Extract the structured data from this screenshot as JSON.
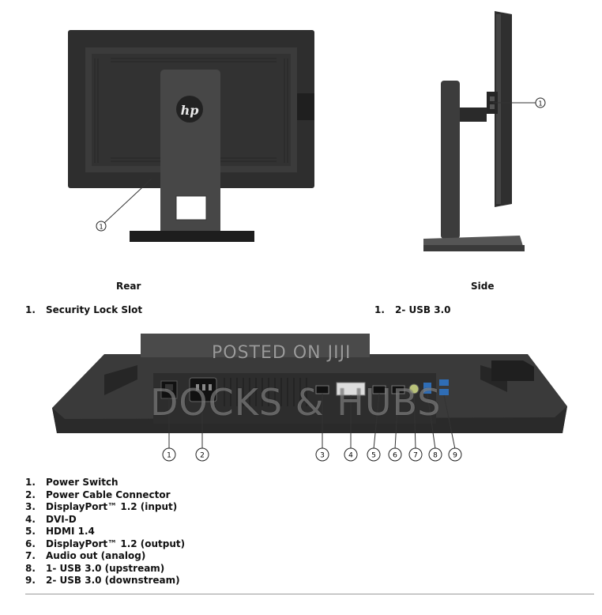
{
  "brand_logo": "hp",
  "rear": {
    "caption": "Rear",
    "callout": "1",
    "item_num": "1.",
    "item_text": "Security Lock Slot"
  },
  "side": {
    "caption": "Side",
    "callout": "1",
    "item_num": "1.",
    "item_text": "2- USB 3.0"
  },
  "bottom": {
    "callouts": [
      "1",
      "2",
      "3",
      "4",
      "5",
      "6",
      "7",
      "8",
      "9"
    ],
    "items": [
      {
        "num": "1.",
        "text": "Power Switch"
      },
      {
        "num": "2.",
        "text": "Power Cable Connector"
      },
      {
        "num": "3.",
        "text": "DisplayPort™ 1.2 (input)"
      },
      {
        "num": "4.",
        "text": "DVI-D"
      },
      {
        "num": "5.",
        "text": "HDMI 1.4"
      },
      {
        "num": "6.",
        "text": "DisplayPort™ 1.2 (output)"
      },
      {
        "num": "7.",
        "text": "Audio out (analog)"
      },
      {
        "num": "8.",
        "text": "1- USB 3.0 (upstream)"
      },
      {
        "num": "9.",
        "text": "2- USB 3.0 (downstream)"
      }
    ]
  },
  "watermark": {
    "line1": "POSTED ON JIJI",
    "line2": "DOCKS & HUBS"
  },
  "colors": {
    "bezel": "#2b2b2b",
    "panel": "#3a3a3a",
    "stand": "#4a4a4a",
    "usb_blue": "#2f6db5"
  }
}
